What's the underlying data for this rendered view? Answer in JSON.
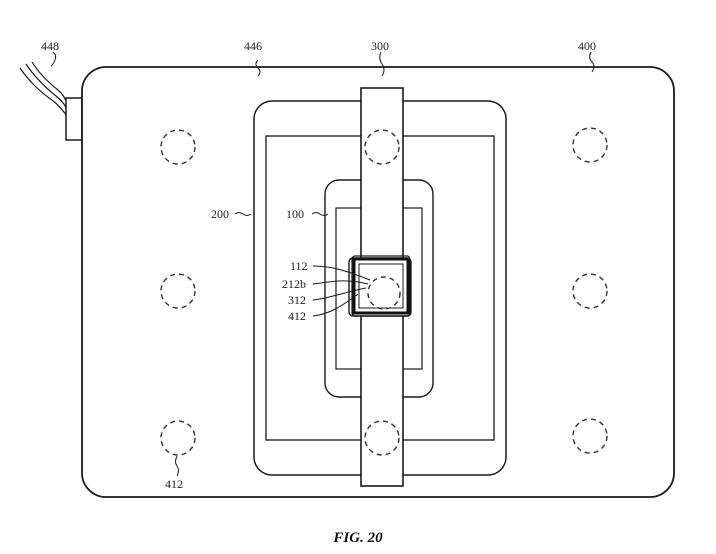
{
  "figure": {
    "caption": "FIG. 20",
    "labels": {
      "cable": "448",
      "pad_surface": "446",
      "band": "300",
      "base": "400",
      "phone_case": "200",
      "phone": "100",
      "label_112": "112",
      "label_212b": "212b",
      "label_312": "312",
      "label_412_center": "412",
      "label_412_bottom": "412"
    }
  },
  "colors": {
    "stroke": "#1a1a1a",
    "dash": "#333333",
    "background": "#ffffff"
  }
}
